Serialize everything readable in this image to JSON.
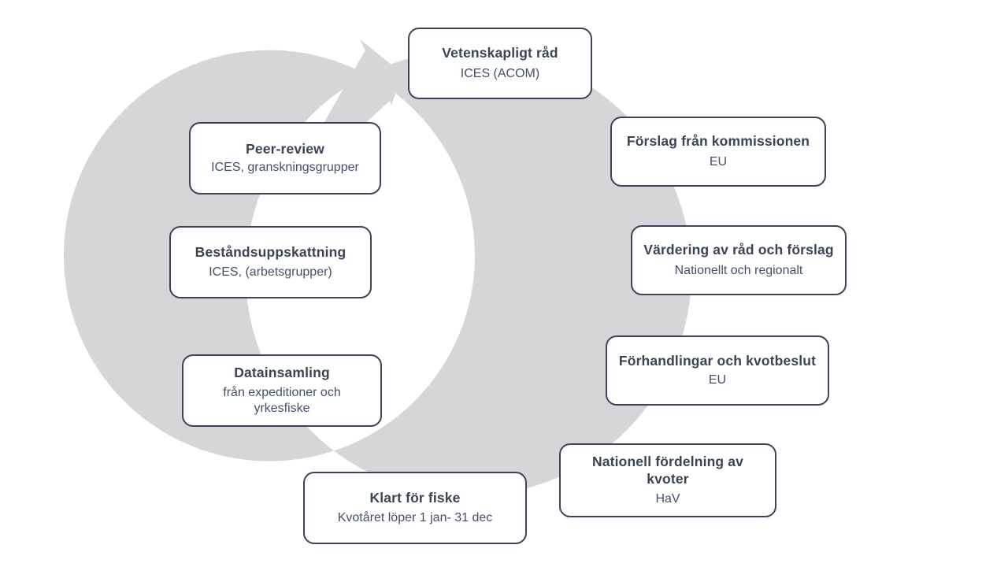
{
  "diagram": {
    "type": "circular-process-flow",
    "direction": "clockwise",
    "language": "sv",
    "colors": {
      "box_border": "#3a4455",
      "box_fill": "#ffffff",
      "title_text": "#3a4455",
      "subtitle_text": "#44506a",
      "ring_arrow": "#d6d6d9",
      "background": "#ffffff"
    },
    "arrow": {
      "name": "circular-flow-arrow",
      "head_position": "top-left",
      "head_points_to": "Vetenskapligt råd"
    },
    "nodes": [
      {
        "id": "vetenskapligt-rad",
        "order": 1,
        "title": "Vetenskapligt råd",
        "subtitle": "ICES (ACOM)"
      },
      {
        "id": "forslag-kommissionen",
        "order": 2,
        "title": "Förslag från kommissionen",
        "subtitle": "EU"
      },
      {
        "id": "vardering",
        "order": 3,
        "title": "Värdering av råd och förslag",
        "subtitle": "Nationellt och regionalt"
      },
      {
        "id": "forhandlingar",
        "order": 4,
        "title": "Förhandlingar  och kvotbeslut",
        "subtitle": "EU"
      },
      {
        "id": "nationell-fordelning",
        "order": 5,
        "title": "Nationell fördelning av\nkvoter",
        "subtitle": "HaV"
      },
      {
        "id": "klart-for-fiske",
        "order": 6,
        "title": "Klart för fiske",
        "subtitle": "Kvotåret löper 1 jan- 31 dec"
      },
      {
        "id": "datainsamling",
        "order": 7,
        "title": "Datainsamling",
        "subtitle": "från expeditioner och\nyrkesfiske"
      },
      {
        "id": "bestandsuppskattning",
        "order": 8,
        "title": "Beståndsuppskattning",
        "subtitle": "ICES, (arbetsgrupper)"
      },
      {
        "id": "peer-review",
        "order": 9,
        "title": "Peer-review",
        "subtitle": "ICES, granskningsgrupper"
      }
    ]
  }
}
